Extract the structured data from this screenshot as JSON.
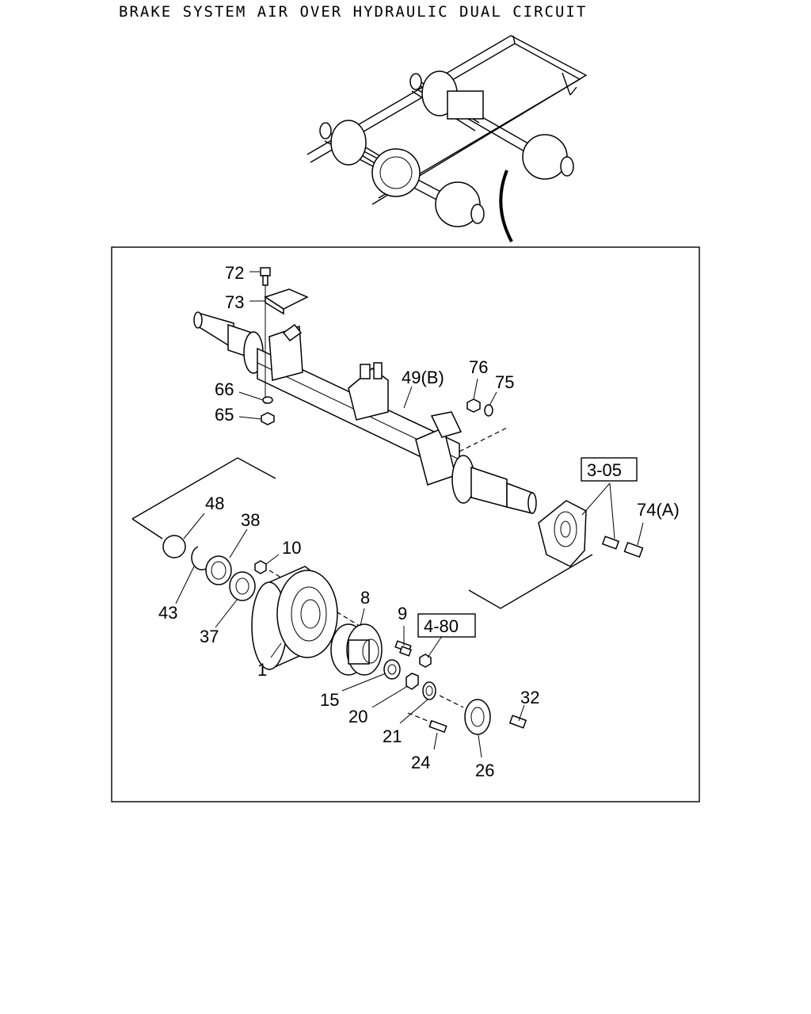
{
  "title": "BRAKE SYSTEM AIR OVER HYDRAULIC DUAL CIRCUIT",
  "callouts": {
    "c72": "72",
    "c73": "73",
    "c66": "66",
    "c65": "65",
    "c49": "49(B)",
    "c76": "76",
    "c75": "75",
    "c74": "74(A)",
    "c48": "48",
    "c38": "38",
    "c10": "10",
    "c43": "43",
    "c37": "37",
    "c8": "8",
    "c9": "9",
    "c1": "1",
    "c15": "15",
    "c20": "20",
    "c21": "21",
    "c24": "24",
    "c26": "26",
    "c32": "32"
  },
  "references": {
    "r305": "3-05",
    "r480": "4-80"
  }
}
